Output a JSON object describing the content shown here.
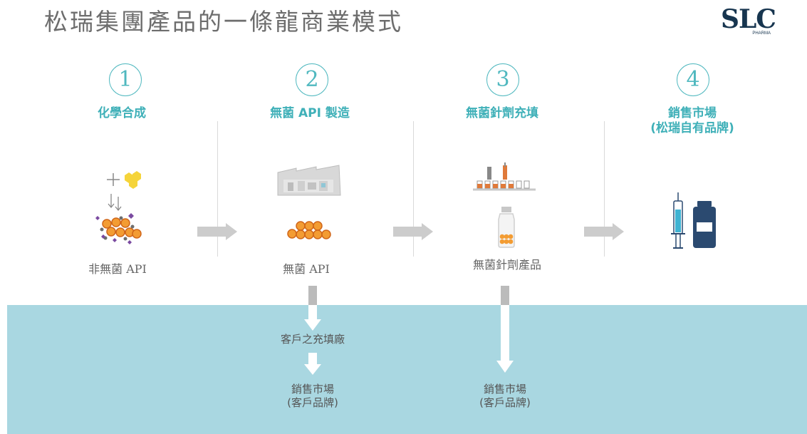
{
  "title": "松瑞集團產品的一條龍商業模式",
  "logo": {
    "main": "SLC",
    "sub": "PHARMA"
  },
  "steps": [
    {
      "number": "1",
      "title_line1": "化學合成",
      "title_line2": "",
      "product": "非無菌 API"
    },
    {
      "number": "2",
      "title_line1": "無菌 API 製造",
      "title_line2": "",
      "product": "無菌 API"
    },
    {
      "number": "3",
      "title_line1": "無菌針劑充填",
      "title_line2": "",
      "product": "無菌針劑產品"
    },
    {
      "number": "4",
      "title_line1": "銷售市場",
      "title_line2": "(松瑞自有品牌)",
      "product": ""
    }
  ],
  "customer_branch": {
    "filler": "客戶之充填廠",
    "market_line1": "銷售市場",
    "market_line2": "(客戶品牌)"
  },
  "customer_branch_2": {
    "market_line1": "銷售市場",
    "market_line2": "(客戶品牌)"
  },
  "colors": {
    "accent": "#4fb8bf",
    "band": "#a9d7e1",
    "orange": "#f39c33",
    "navy": "#2b4a70",
    "arrow_gray": "#cccccc"
  }
}
